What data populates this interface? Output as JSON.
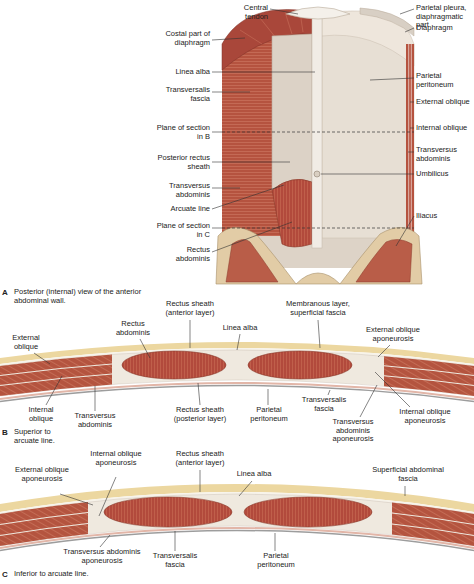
{
  "diagram": {
    "labels": [
      "Central tendon",
      "Parietal pleura, diaphragmatic part",
      "Costal part of diaphragm",
      "Diaphragm",
      "Linea alba",
      "Transversalis fascia",
      "Parietal peritoneum",
      "External oblique",
      "Plane of section in B",
      "Internal oblique",
      "Transversus abdominis",
      "Posterior rectus sheath",
      "Umbilicus",
      "Transversus abdominis",
      "Arcuate line",
      "Iliacus",
      "Plane of section in C",
      "Rectus abdominis",
      "A",
      "Posterior (internal) view of the anterior abdominal wall.",
      "Rectus sheath (anterior layer)",
      "Membranous layer, superficial fascia",
      "Rectus abdominis",
      "Linea alba",
      "External oblique aponeurosis",
      "External oblique",
      "Internal oblique",
      "Transversus abdominis",
      "Rectus sheath (posterior layer)",
      "Parietal peritoneum",
      "Transversalis fascia",
      "Transversus abdominis aponeurosis",
      "Internal oblique aponeurosis",
      "B",
      "Superior to arcuate line.",
      "Internal oblique aponeurosis",
      "Rectus sheath (anterior layer)",
      "Linea alba",
      "External oblique aponeurosis",
      "Superficial abdominal fascia",
      "Transversus abdominis aponeurosis",
      "Transversalis fascia",
      "Parietal peritoneum",
      "C",
      "Inferior to arcuate line."
    ]
  }
}
